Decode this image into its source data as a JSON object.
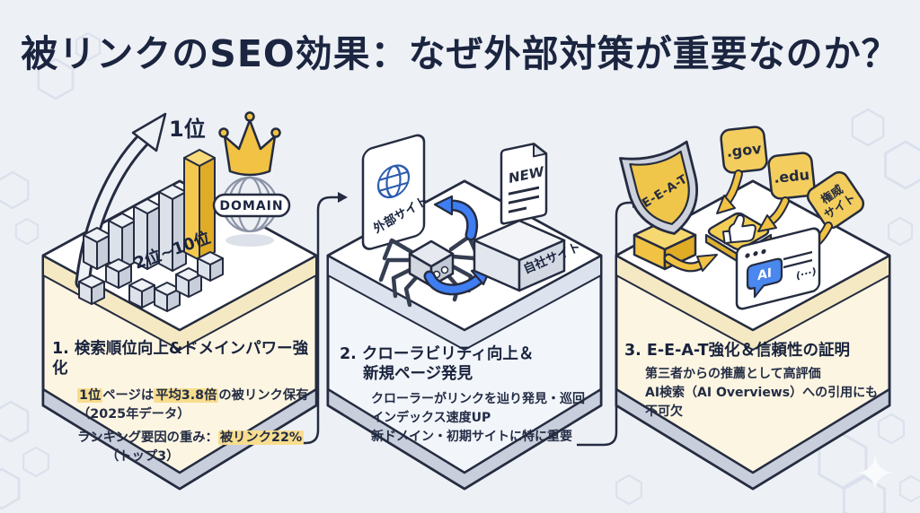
{
  "title": "被リンクのSEO効果：なぜ外部対策が重要なのか？",
  "colors": {
    "background": "#edf0f5",
    "title_navy": "#1b2540",
    "outline": "#252c40",
    "gold": "#f1c64b",
    "blue_arrow": "#3f7df2",
    "highlight": "#f8dd8e",
    "panel_cream": "#fcf5e2",
    "panel_blue": "#f2f5fa"
  },
  "panels": [
    {
      "heading": "1. 検索順位向上&ドメインパワー強化",
      "graphics": {
        "rank1_label": "1位",
        "rank_range_label": "2位~10位",
        "domain_badge": "DOMAIN"
      },
      "body": {
        "line1_parts": [
          {
            "text": "1位",
            "highlight": true
          },
          {
            "text": "ページは",
            "highlight": false
          },
          {
            "text": "平均3.8倍",
            "highlight": true
          },
          {
            "text": "の被リンク保有",
            "highlight": false
          }
        ],
        "line2": "（2025年データ）",
        "line3_parts": [
          {
            "text": "ランキング要因の重み：",
            "highlight": false
          },
          {
            "text": "被リンク22%",
            "highlight": true
          }
        ],
        "line4": "（トップ3）"
      }
    },
    {
      "heading_line1": "2. クローラビリティ向上＆",
      "heading_line2": "新規ページ発見",
      "graphics": {
        "external_site_label": "外部サイト",
        "new_doc_label": "NEW",
        "own_site_label": "自社サイト"
      },
      "body_lines": [
        "クローラーがリンクを辿り発見・巡回",
        "インデックス速度UP",
        "新ドメイン・初期サイトに特に重要"
      ]
    },
    {
      "heading": "3. E-E-A-T強化＆信頼性の証明",
      "graphics": {
        "shield_label": "E-E-A-T",
        "tag_gov": ".gov",
        "tag_edu": ".edu",
        "tag_authority_top": "権威",
        "tag_authority_bottom": "サイト",
        "ai_label": "AI",
        "browser_ellipsis": "(···)"
      },
      "body_lines": [
        "第三者からの推薦として高評価",
        "AI検索（AI Overviews）への引用にも",
        "不可欠"
      ]
    }
  ]
}
